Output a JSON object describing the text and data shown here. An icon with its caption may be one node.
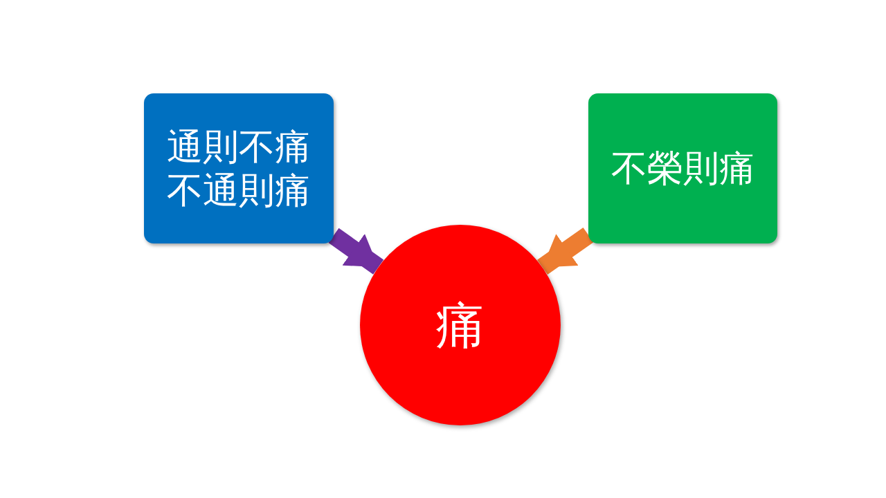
{
  "diagram": {
    "nodes": [
      {
        "text": [
          "通則不痛",
          "不通則痛"
        ]
      },
      {
        "text": [
          "不榮則痛"
        ]
      },
      {
        "text": [
          "痛"
        ]
      }
    ],
    "edges": [
      {
        "from": 0,
        "to": 2,
        "arrow": "to",
        "color": "#7030a0"
      },
      {
        "from": 1,
        "to": 2,
        "arrow": "to",
        "color": "#ed7d31"
      }
    ]
  }
}
